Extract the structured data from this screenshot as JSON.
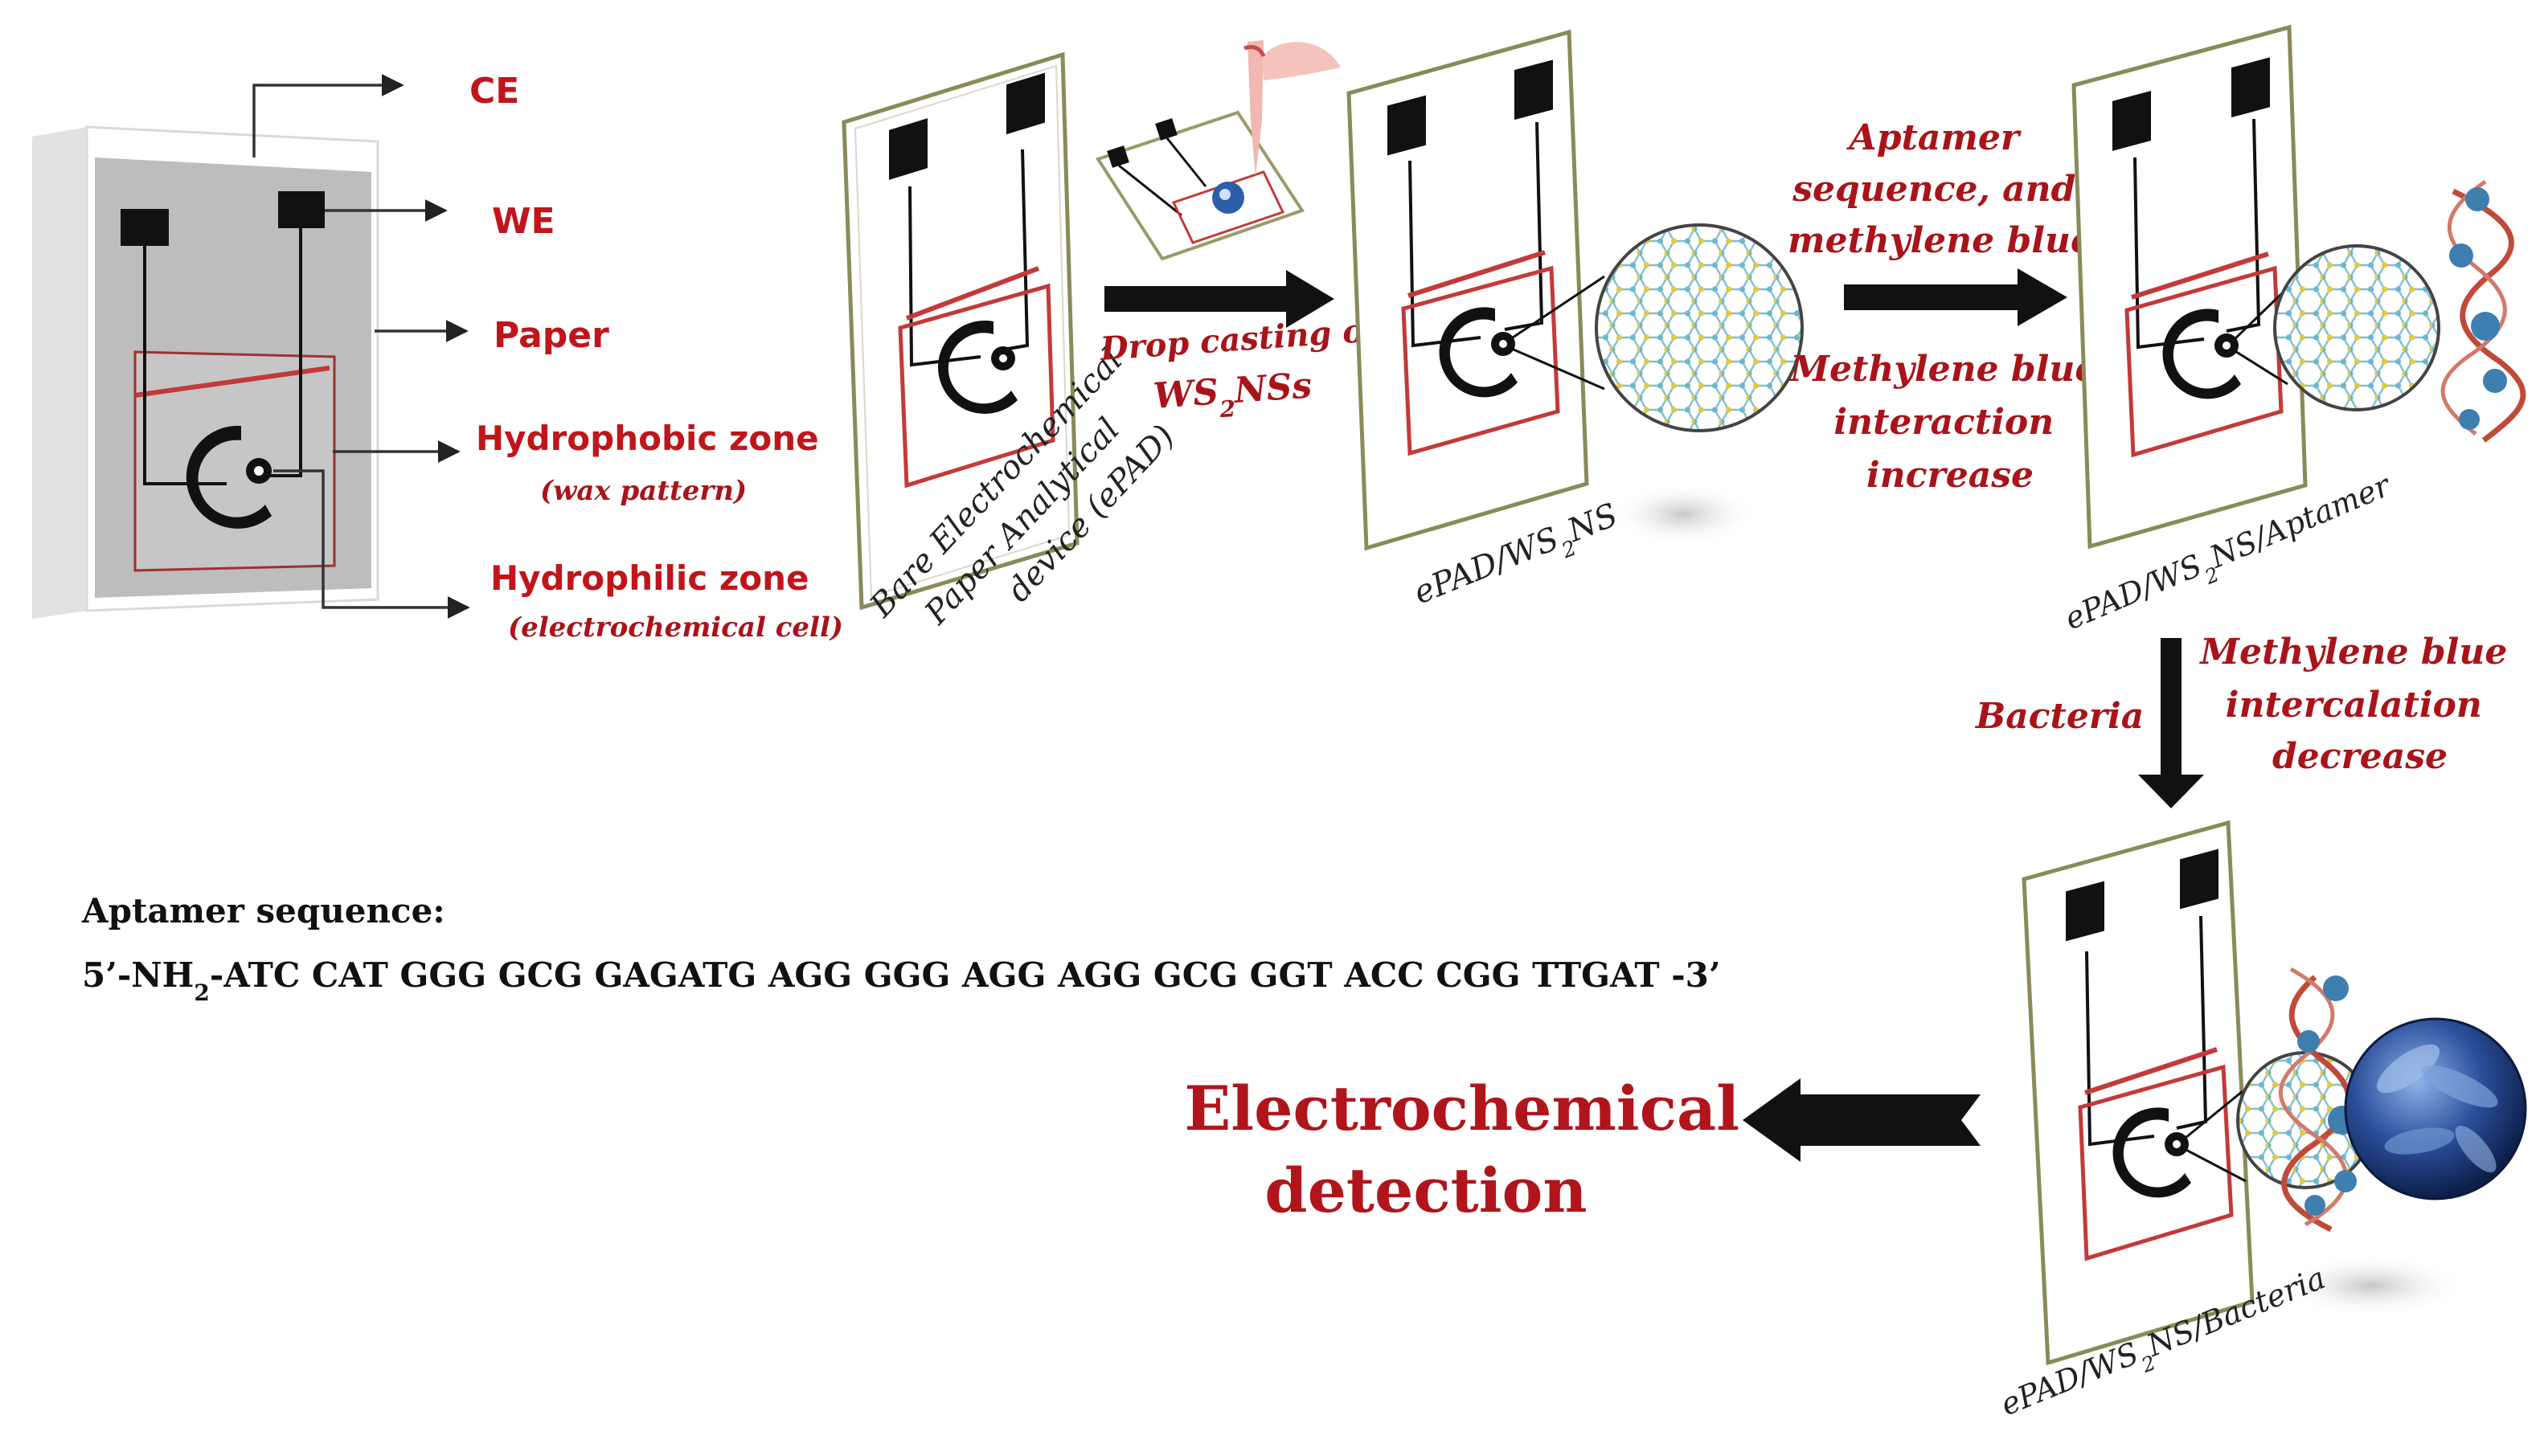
{
  "legend": {
    "ce": "CE",
    "we": "WE",
    "paper": "Paper",
    "hydrophobic": "Hydrophobic zone",
    "hydrophobic_sub": "(wax pattern)",
    "hydrophilic": "Hydrophilic zone",
    "hydrophilic_sub": "(electrochemical cell)"
  },
  "devices": {
    "bare": [
      "Bare Electrochemical",
      "Paper Analytical",
      "device (ePAD)"
    ],
    "ws2_pre": "ePAD/WS",
    "ws2_sub": "2",
    "ws2_post": "NS",
    "aptamer_pre": "ePAD/WS",
    "aptamer_sub": "2",
    "aptamer_post": "NS/Aptamer",
    "bacteria_pre": "ePAD/WS",
    "bacteria_sub": "2",
    "bacteria_post": "NS/Bacteria"
  },
  "steps": {
    "drop1": "Drop casting of",
    "drop2_pre": "WS",
    "drop2_sub": "2",
    "drop2_post": "NSs",
    "aptamer": [
      "Aptamer",
      "sequence,  and",
      "methylene blue"
    ],
    "mb_increase": [
      "Methylene blue",
      "interaction",
      "increase"
    ],
    "bacteria": "Bacteria",
    "mb_decrease": [
      "Methylene blue",
      "intercalation",
      "decrease"
    ]
  },
  "sequence": {
    "heading": "Aptamer sequence:",
    "prefix": "5’-NH",
    "sub": "2",
    "body": "-ATC CAT GGG GCG GAGATG AGG GGG AGG AGG GCG GGT ACC CGG TTGAT -3’"
  },
  "result": [
    "Electrochemical",
    "detection"
  ],
  "colors": {
    "label_red": "#c0151b",
    "trace": "#111111",
    "wax": "#c23a3a",
    "paper_border": "#8a8a5a",
    "ws2_yellow": "#e4c93a",
    "ws2_cyan": "#6fb7c9",
    "aptamer_strand": "#c04a3a",
    "mb_blue": "#3f7fb0",
    "bacteria": "#1d3f86"
  }
}
